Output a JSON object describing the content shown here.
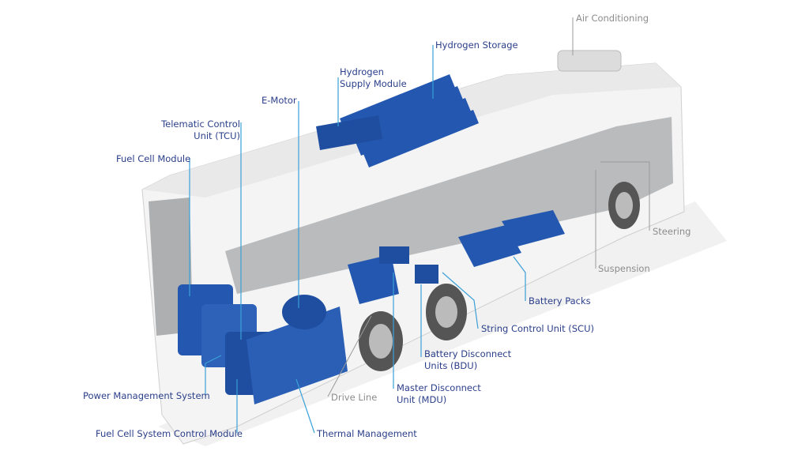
{
  "colors": {
    "component": "#2458b0",
    "label": "#2b3f8a",
    "leader": "#3aa0d8",
    "secondary_label": "#8c8c8c"
  },
  "labels": {
    "air_conditioning": "Air Conditioning",
    "hydrogen_storage": "Hydrogen Storage",
    "hydrogen_supply_module": [
      "Hydrogen",
      "Supply Module"
    ],
    "e_motor": "E-Motor",
    "tcu": [
      "Telematic Control",
      "Unit (TCU)"
    ],
    "fuel_cell_module": "Fuel Cell Module",
    "steering": "Steering",
    "suspension": "Suspension",
    "battery_packs": "Battery Packs",
    "scu": "String Control Unit (SCU)",
    "bdu": [
      "Battery Disconnect",
      "Units (BDU)"
    ],
    "mdu": [
      "Master Disconnect",
      "Unit (MDU)"
    ],
    "drive_line": "Drive Line",
    "power_management": "Power Management System",
    "fcscm": "Fuel Cell System Control Module",
    "thermal_management": "Thermal Management"
  }
}
